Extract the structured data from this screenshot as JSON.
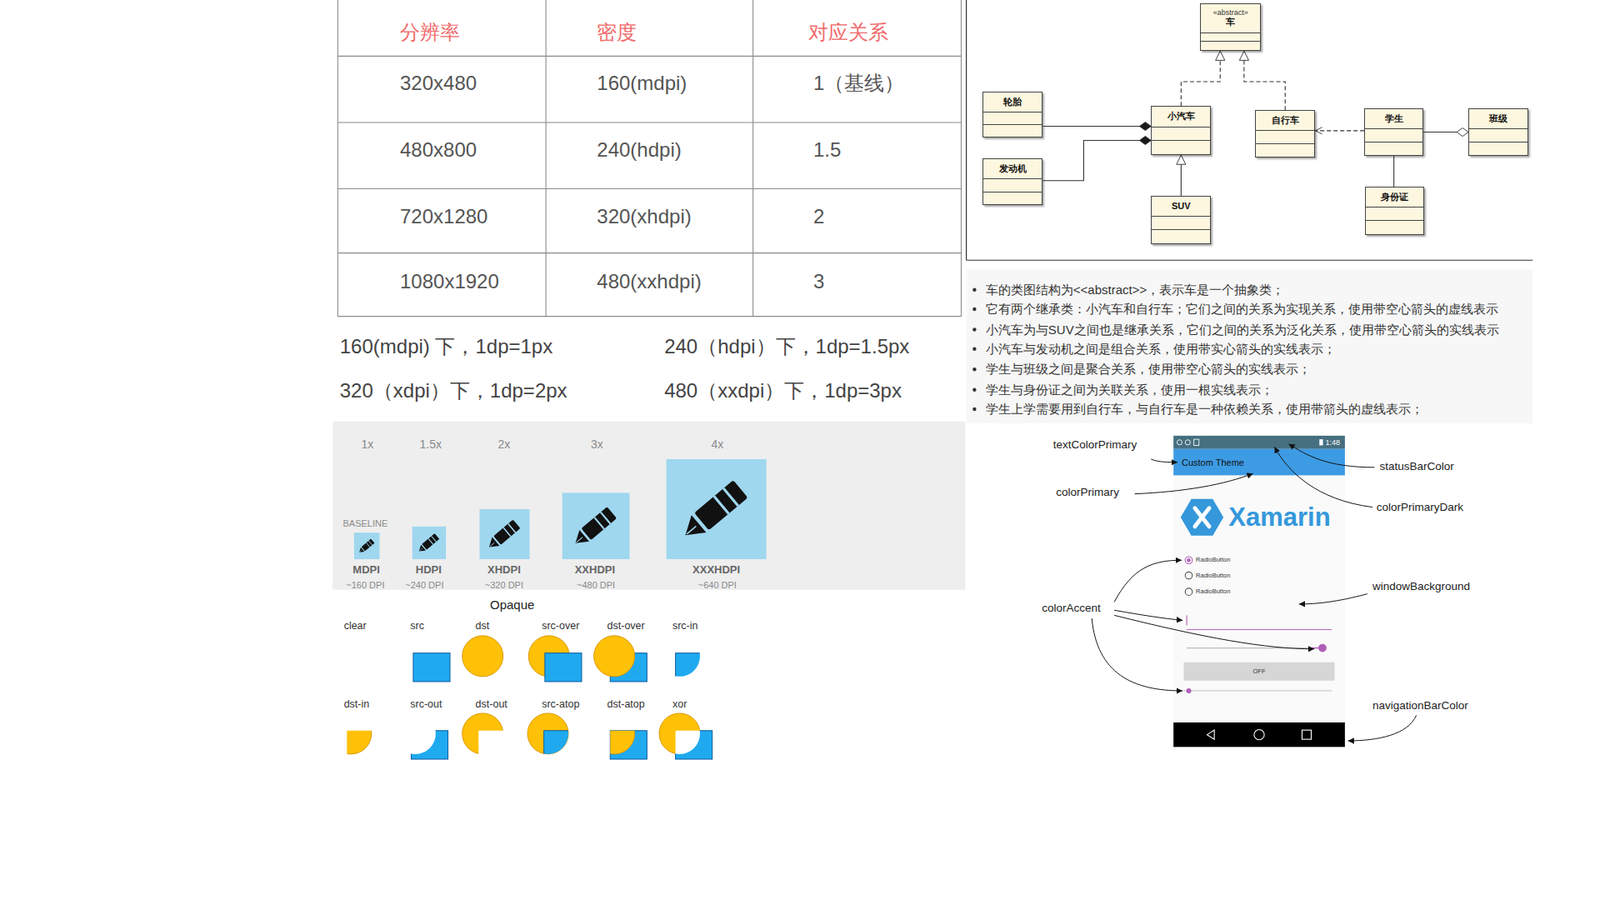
{
  "diagram": {
    "nodes": [
      {
        "text": [
          "«abstract»",
          "车"
        ]
      },
      {
        "text": [
          "轮胎"
        ]
      },
      {
        "text": [
          "小汽车"
        ]
      },
      {
        "text": [
          "自行车"
        ]
      },
      {
        "text": [
          "学生"
        ]
      },
      {
        "text": [
          "班级"
        ]
      },
      {
        "text": [
          "发动机"
        ]
      },
      {
        "text": [
          "SUV"
        ]
      },
      {
        "text": [
          "身份证"
        ]
      }
    ],
    "edges": [
      {
        "from": 2,
        "to": 0,
        "arrow": "to"
      },
      {
        "from": 3,
        "to": 0,
        "arrow": "to"
      },
      {
        "from": 1,
        "to": 2,
        "arrow": "to"
      },
      {
        "from": 6,
        "to": 2,
        "arrow": "to"
      },
      {
        "from": 7,
        "to": 2,
        "arrow": "to"
      },
      {
        "from": 4,
        "to": 3,
        "arrow": "to"
      },
      {
        "from": 4,
        "to": 5,
        "arrow": "to"
      },
      {
        "from": 4,
        "to": 8,
        "arrow": "none"
      }
    ],
    "labels": [
      "分辨率",
      "密度",
      "对应关系",
      "320x480",
      "160(mdpi)",
      "1（基线）",
      "480x800",
      "240(hdpi)",
      "1.5",
      "720x1280",
      "320(xhdpi)",
      "2",
      "1080x1920",
      "480(xxhdpi)",
      "3",
      "160(mdpi) 下，1dp=1px",
      "240（hdpi）下，1dp=1.5px",
      "320（xdpi）下，1dp=2px",
      "480（xxdpi）下，1dp=3px",
      "1x",
      "1.5x",
      "2x",
      "3x",
      "4x",
      "BASELINE",
      "MDPI",
      "~160 DPI",
      "HDPI",
      "~240 DPI",
      "XHDPI",
      "~320 DPI",
      "XXHDPI",
      "~480 DPI",
      "XXXHDPI",
      "~640 DPI",
      "Opaque",
      "clear",
      "src",
      "dst",
      "src-over",
      "dst-over",
      "src-in",
      "dst-in",
      "src-out",
      "dst-out",
      "src-atop",
      "dst-atop",
      "xor",
      "车的类图结构为<<abstract>>，表示车是一个抽象类；",
      "它有两个继承类：小汽车和自行车；它们之间的关系为实现关系，使用带空心箭头的虚线表示",
      "小汽车为与SUV之间也是继承关系，它们之间的关系为泛化关系，使用带空心箭头的实线表示",
      "小汽车与发动机之间是组合关系，使用带实心箭头的实线表示；",
      "学生与班级之间是聚合关系，使用带空心箭头的实线表示；",
      "学生与身份证之间为关联关系，使用一根实线表示；",
      "学生上学需要用到自行车，与自行车是一种依赖关系，使用带箭头的虚线表示；",
      "textColorPrimary",
      "colorPrimary",
      "colorAccent",
      "statusBarColor",
      "colorPrimaryDark",
      "windowBackground",
      "navigationBarColor",
      "1:48",
      "Custom Theme",
      "Xamarin",
      "RadioButton",
      "RadioButton",
      "RadioButton",
      "OFF"
    ]
  }
}
